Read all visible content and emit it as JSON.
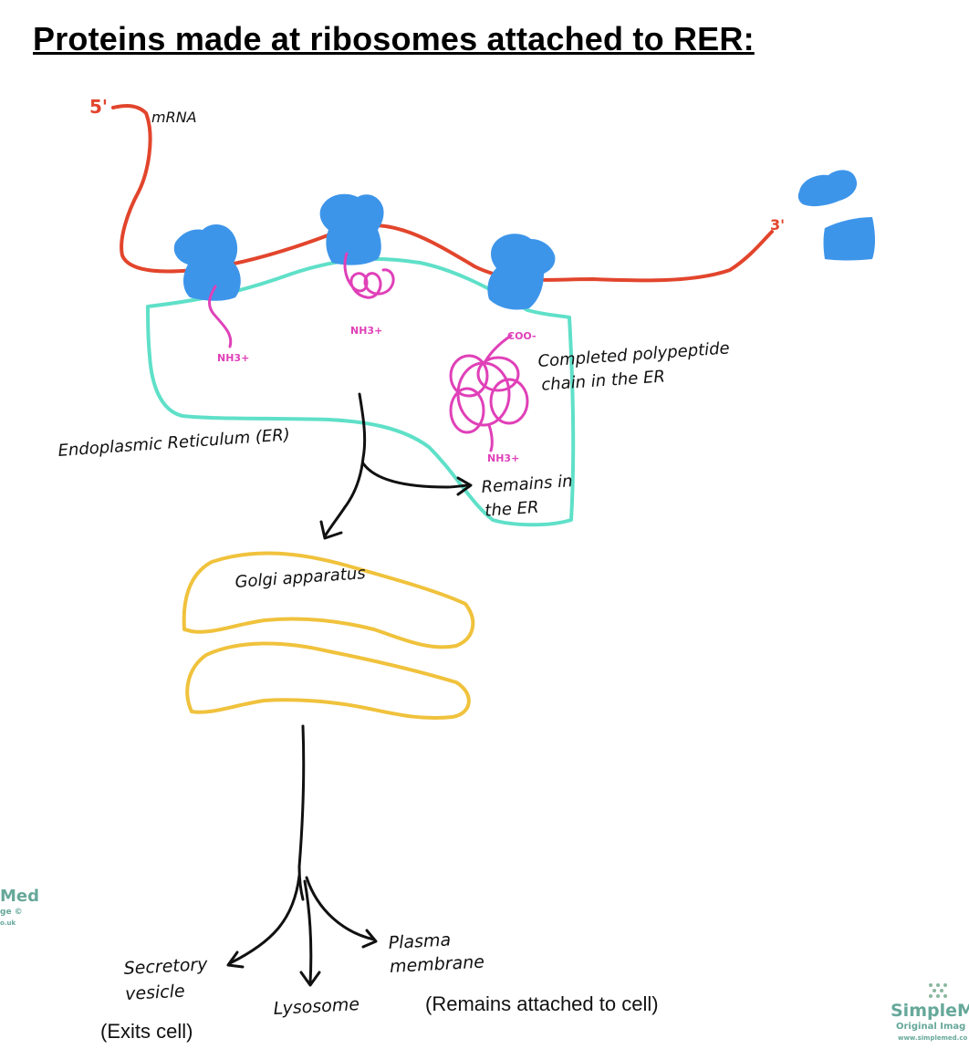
{
  "title": "Proteins made at ribosomes attached to RER:",
  "mrna": {
    "five_prime": "5'",
    "three_prime": "3'",
    "label": "mRNA"
  },
  "er": {
    "label": "Endoplasmic Reticulum (ER)",
    "nh3_labels": [
      "NH3+",
      "NH3+",
      "NH3+"
    ],
    "coo_label": "COO-",
    "completed_label": [
      "Completed polypeptide",
      "chain in the ER"
    ],
    "remains_label": [
      "Remains in",
      "the ER"
    ]
  },
  "golgi": {
    "label": "Golgi apparatus"
  },
  "destinations": {
    "secretory": [
      "Secretory",
      "vesicle"
    ],
    "secretory_note": "(Exits cell)",
    "lysosome": "Lysosome",
    "plasma": [
      "Plasma",
      "membrane"
    ],
    "plasma_note": "(Remains attached to cell)"
  },
  "watermark": {
    "left": [
      "Med",
      "ge ©",
      "o.uk"
    ],
    "right": [
      "SimpleMe",
      "Original Imag",
      "www.simplemed.co"
    ]
  },
  "colors": {
    "mrna": "#e2452c",
    "ribosome": "#3d95ea",
    "er": "#5fe0c8",
    "protein": "#e040b8",
    "golgi": "#f0c23c",
    "arrow": "#111111"
  }
}
